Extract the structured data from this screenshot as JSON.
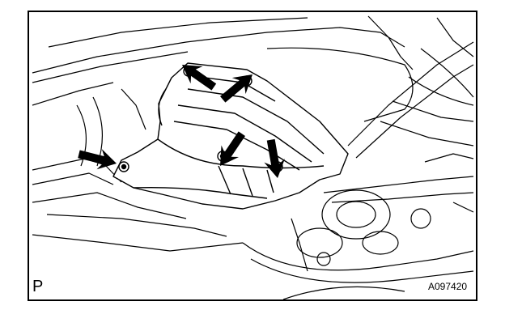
{
  "figure": {
    "view_letter": "P",
    "figure_code": "A097420",
    "ink_color": "#000000",
    "paper_color": "#ffffff",
    "subject": "heat-insulator-panel-underbody",
    "callouts": [
      {
        "name": "arrow-top-left-bolt",
        "points_to": "bolt"
      },
      {
        "name": "arrow-top-right-bolt",
        "points_to": "bolt"
      },
      {
        "name": "arrow-left-bolt",
        "points_to": "bolt"
      },
      {
        "name": "arrow-bottom-center-bolt",
        "points_to": "bolt"
      },
      {
        "name": "arrow-bottom-right-bolt",
        "points_to": "bolt"
      }
    ],
    "bolt_count": 5
  }
}
